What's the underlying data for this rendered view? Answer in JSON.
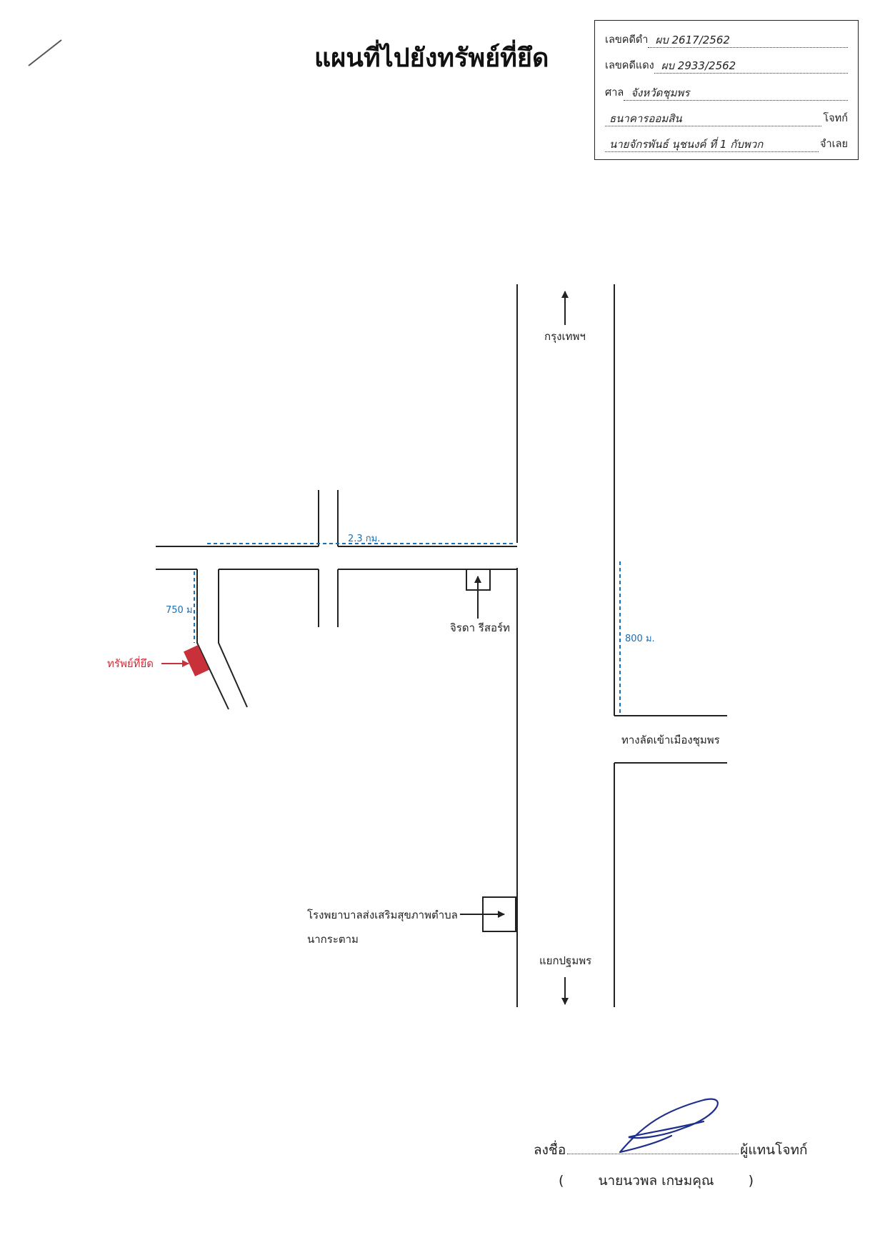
{
  "title": "แผนที่ไปยังทรัพย์ที่ยึด",
  "case_box": {
    "black_case_label": "เลขคดีดำ",
    "black_case_value": "ผบ 2617/2562",
    "red_case_label": "เลขคดีแดง",
    "red_case_value": "ผบ 2933/2562",
    "court_label": "ศาล",
    "court_value": "จังหวัดชุมพร",
    "plaintiff_value": "ธนาคารออมสิน",
    "plaintiff_suffix": "โจทก์",
    "defendant_value": "นายจักรพันธ์ นุชนงค์ ที่ 1 กับพวก",
    "defendant_suffix": "จำเลย"
  },
  "map": {
    "north_label": "กรุงเทพฯ",
    "south_label": "แยกปฐมพร",
    "distance_horizontal": "2.3 กม.",
    "distance_left": "750 ม.",
    "distance_right": "800 ม.",
    "resort_label": "จิรดา รีสอร์ท",
    "shortcut_label": "ทางลัดเข้าเมืองชุมพร",
    "hospital_label_line1": "โรงพยาบาลส่งเสริมสุขภาพตำบล",
    "hospital_label_line2": "นากระตาม",
    "property_label": "ทรัพย์ที่ยึด",
    "colors": {
      "road": "#222222",
      "distance_line": "#1a6fb5",
      "property": "#c8313a"
    }
  },
  "signature": {
    "sign_label": "ลงชื่อ",
    "role": "ผู้แทนโจทก์",
    "name_open": "(",
    "name": "นายนวพล  เกษมคุณ",
    "name_close": ")"
  }
}
